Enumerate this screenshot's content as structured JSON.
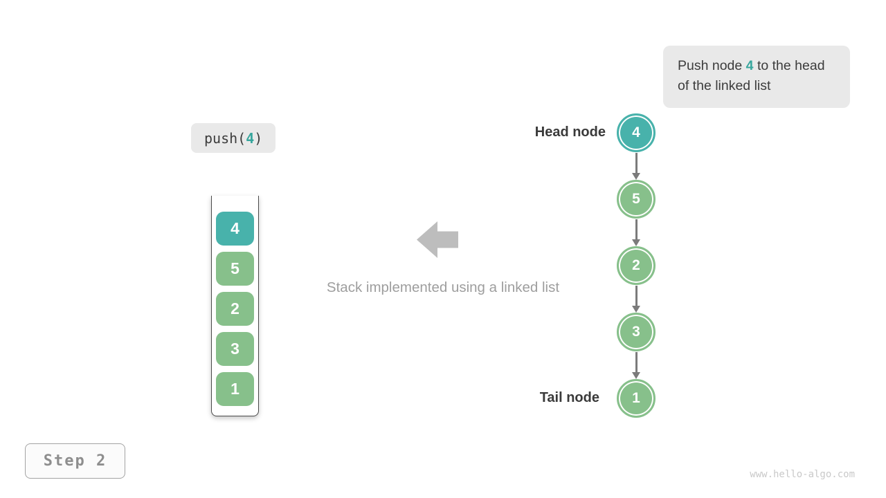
{
  "callout": {
    "text_before": "Push node ",
    "highlight": "4",
    "text_after": " to the head of the linked list"
  },
  "code_label": {
    "prefix": "push(",
    "arg": "4",
    "suffix": ")"
  },
  "stack": {
    "items": [
      {
        "value": "4",
        "type": "new"
      },
      {
        "value": "5",
        "type": "old"
      },
      {
        "value": "2",
        "type": "old"
      },
      {
        "value": "3",
        "type": "old"
      },
      {
        "value": "1",
        "type": "old"
      }
    ]
  },
  "linked_list": {
    "head_label": "Head node",
    "tail_label": "Tail node",
    "nodes": [
      {
        "value": "4",
        "type": "new"
      },
      {
        "value": "5",
        "type": "old"
      },
      {
        "value": "2",
        "type": "old"
      },
      {
        "value": "3",
        "type": "old"
      },
      {
        "value": "1",
        "type": "old"
      }
    ]
  },
  "caption": "Stack implemented using a linked list",
  "step_badge": "Step 2",
  "watermark": "www.hello-algo.com",
  "colors": {
    "new_node": "#48b2ab",
    "old_node": "#87c08b",
    "highlight_text": "#37a69d",
    "callout_bg": "#e9e9e9",
    "arrow_gray": "#7b7b7b",
    "block_arrow_gray": "#bdbdbd"
  }
}
